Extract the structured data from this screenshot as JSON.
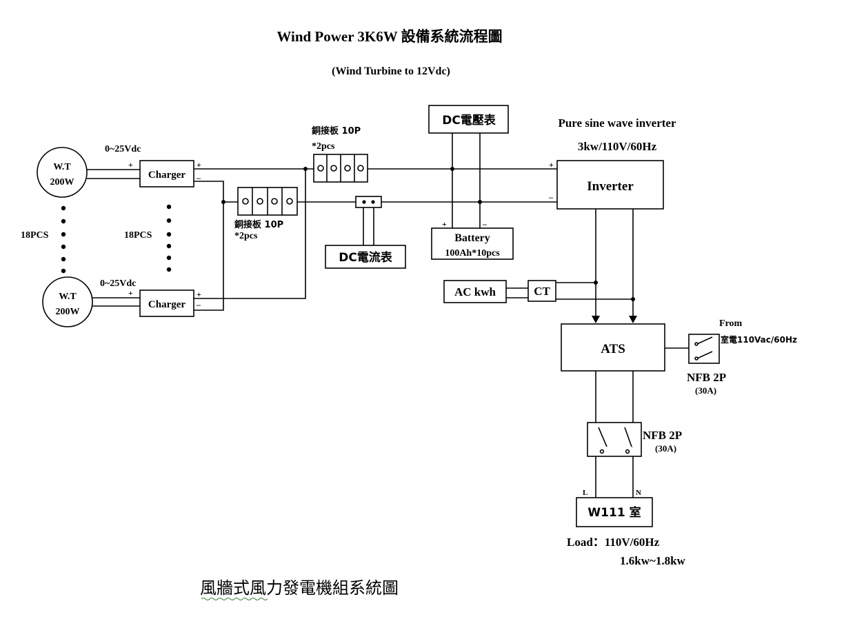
{
  "title": {
    "main": "Wind Power 3K6W 設備系統流程圖",
    "sub": "(Wind Turbine to 12Vdc)"
  },
  "turbines": {
    "label_line1": "W.T",
    "label_line2": "200W",
    "count_label": "18PCS",
    "voltage_range": "0~25Vdc"
  },
  "charger": {
    "label": "Charger"
  },
  "terminal_blocks": {
    "top_label": "銅接板 10P",
    "bottom_label": "銅接板 10P",
    "quantity": "*2pcs"
  },
  "meters": {
    "dc_voltmeter": "DC電壓表",
    "dc_ammeter": "DC電流表",
    "ac_kwh": "AC kwh",
    "ct": "CT"
  },
  "battery": {
    "label": "Battery",
    "spec": "100Ah*10pcs"
  },
  "inverter": {
    "label": "Inverter",
    "desc_line1": "Pure sine wave inverter",
    "desc_line2": "3kw/110V/60Hz"
  },
  "ats": {
    "label": "ATS"
  },
  "grid_source": {
    "line1": "From",
    "line2": "室電110Vac/60Hz"
  },
  "breakers": {
    "label": "NFB 2P",
    "rating": "(30A)"
  },
  "load": {
    "room": "W111 室",
    "line_l": "L",
    "line_n": "N",
    "spec_line1": "Load：110V/60Hz",
    "spec_line2": "1.6kw~1.8kw"
  },
  "polarity": {
    "plus": "+",
    "minus": "–"
  },
  "footer": "風牆式風力發電機組系統圖"
}
